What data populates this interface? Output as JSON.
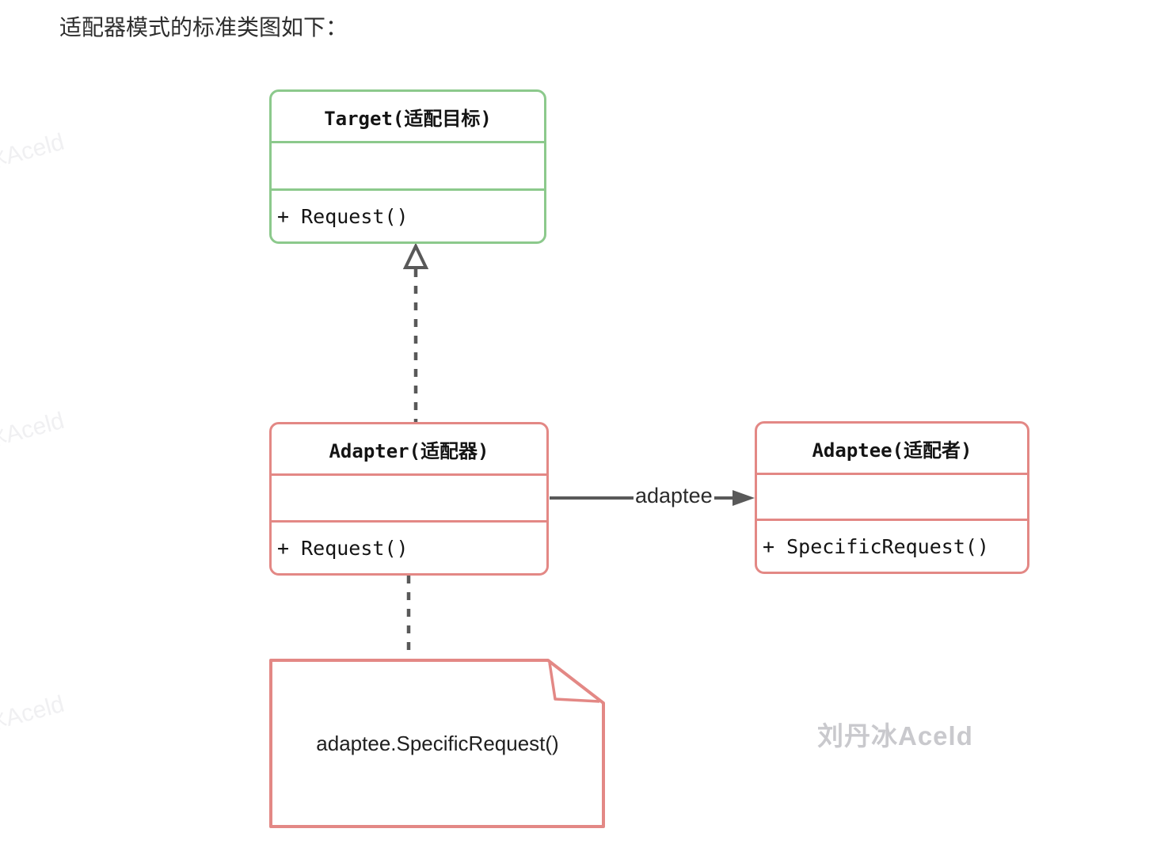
{
  "page": {
    "title": "适配器模式的标准类图如下："
  },
  "colors": {
    "target_border": "#8cc98c",
    "adapter_border": "#e38885",
    "connector": "#595959",
    "text": "#1f1f1f",
    "watermark": "#c9c9cd",
    "watermark_faint": "#f0f0f2"
  },
  "diagram": {
    "classes": {
      "target": {
        "name": "Target(适配目标)",
        "attributes": "",
        "method": "+ Request()"
      },
      "adapter": {
        "name": "Adapter(适配器)",
        "attributes": "",
        "method": "+ Request()"
      },
      "adaptee": {
        "name": "Adaptee(适配者)",
        "attributes": "",
        "method": "+ SpecificRequest()"
      }
    },
    "relations": {
      "realization": {
        "from": "Adapter",
        "to": "Target",
        "style": "dashed, hollow triangle head"
      },
      "association": {
        "from": "Adapter",
        "to": "Adaptee",
        "label": "adaptee",
        "style": "solid, filled arrow head"
      },
      "note_link": {
        "from": "Adapter",
        "to": "note",
        "style": "dashed"
      }
    },
    "note": {
      "text": "adaptee.SpecificRequest()"
    }
  },
  "watermarks": {
    "main": "刘丹冰Aceld",
    "faint": "刘丹冰Aceld"
  }
}
